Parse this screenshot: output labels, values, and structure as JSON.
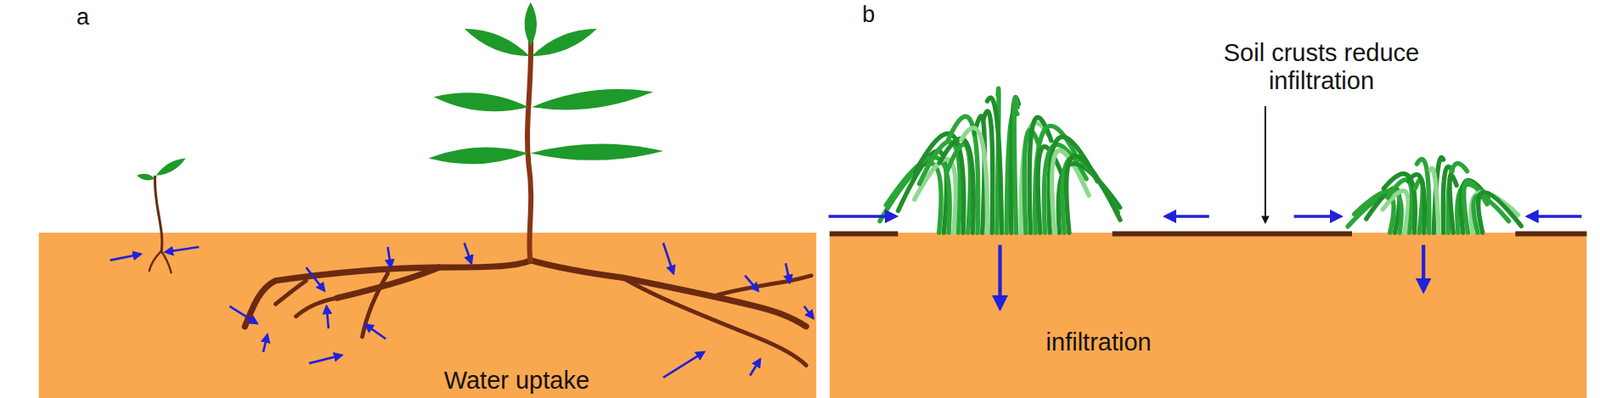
{
  "diagram": {
    "labels": [
      "a",
      "b",
      "Water uptake",
      "Soil crusts reduce infiltration",
      "infiltration"
    ]
  }
}
